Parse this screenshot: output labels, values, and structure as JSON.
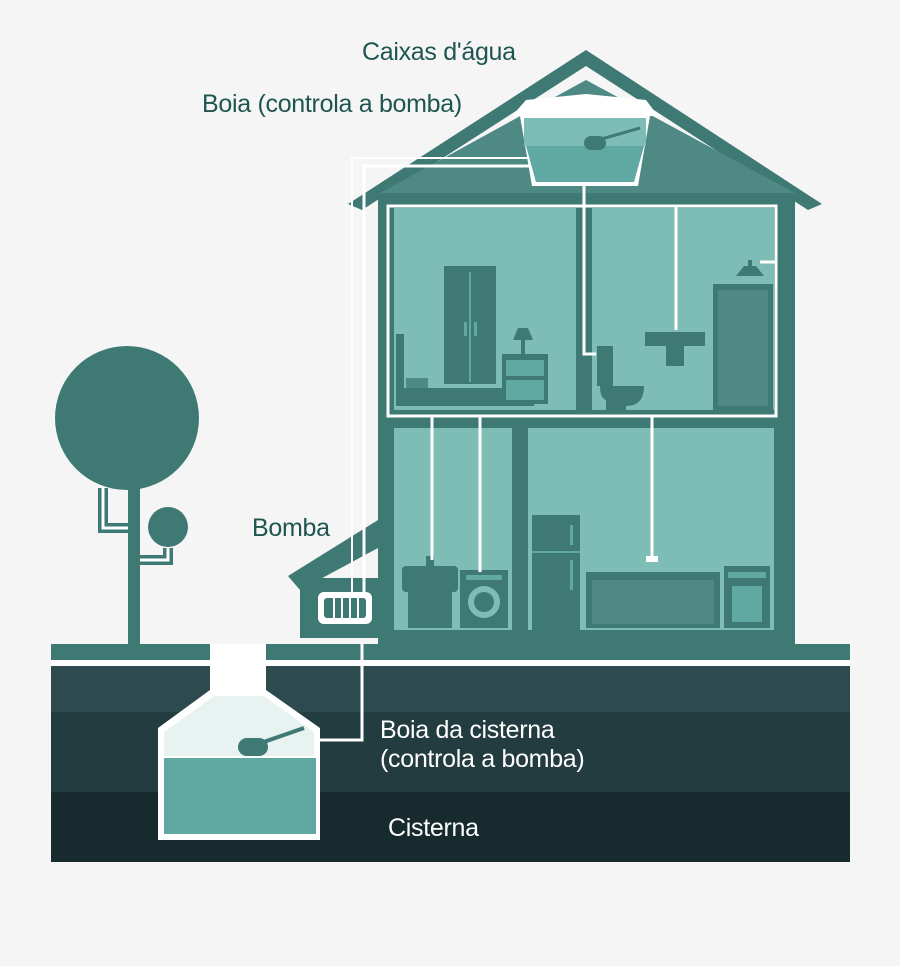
{
  "labels": {
    "caixas": "Caixas d'água",
    "boia_top": "Boia (controla a bomba)",
    "bomba": "Bomba",
    "boia_cisterna_line1": "Boia da cisterna",
    "boia_cisterna_line2": "(controla a bomba)",
    "cisterna": "Cisterna"
  },
  "colors": {
    "background": "#f5f5f5",
    "house_dark": "#3e7a73",
    "room_fill": "#7dbdb6",
    "furniture": "#3e7a73",
    "water": "#5fa9a2",
    "pipe": "#ffffff",
    "ground_1": "#2d4b4f",
    "ground_2": "#233c40",
    "ground_3": "#172a2d",
    "text_dark": "#1e5550"
  },
  "icons": [
    "tree",
    "house",
    "water-tank",
    "float-valve",
    "pump",
    "cistern",
    "bed",
    "wardrobe",
    "lamp",
    "nightstand",
    "shower",
    "sink",
    "toilet",
    "washing-machine",
    "tank-sink",
    "fridge",
    "bathtub",
    "stove"
  ]
}
